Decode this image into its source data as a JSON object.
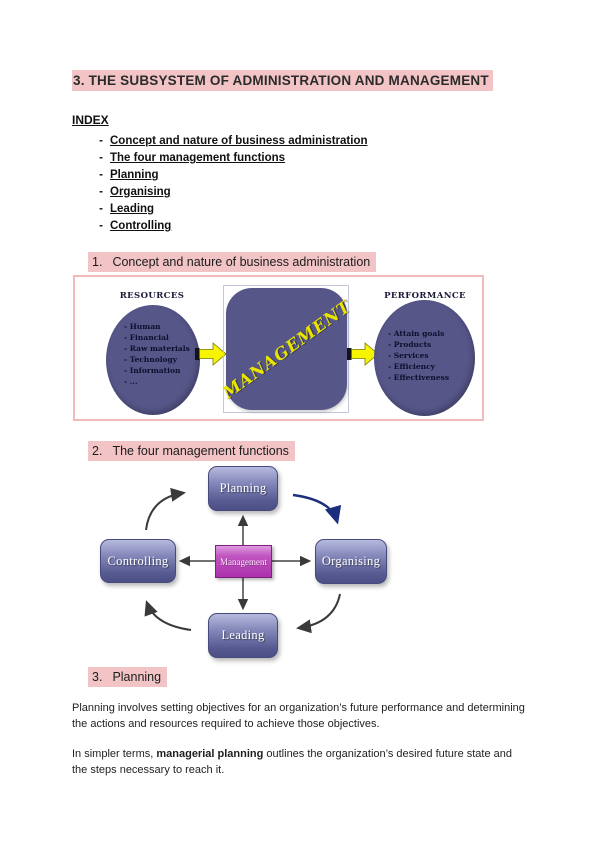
{
  "page": {
    "title": "3. THE SUBSYSTEM OF ADMINISTRATION AND MANAGEMENT"
  },
  "index": {
    "heading": "INDEX",
    "items": [
      "Concept and nature of business administration",
      "The four management functions",
      "Planning",
      "Organising",
      "Leading",
      "Controlling"
    ]
  },
  "sections": {
    "s1": {
      "number": "1.",
      "title": "Concept and nature of business administration"
    },
    "s2": {
      "number": "2.",
      "title": "The four management functions"
    },
    "s3": {
      "number": "3.",
      "title": "Planning"
    }
  },
  "diagram1": {
    "resources": {
      "heading": "RESOURCES",
      "items": [
        "- Human",
        "- Financial",
        "- Raw materials",
        "- Technology",
        "- Information",
        "- ..."
      ]
    },
    "management_label": "MANAGEMENT",
    "performance": {
      "heading": "PERFORMANCE",
      "items": [
        "- Attain goals",
        "- Products",
        "- Services",
        "- Efficiency",
        "- Effectiveness"
      ]
    }
  },
  "diagram2": {
    "top": "Planning",
    "right": "Organising",
    "bottom": "Leading",
    "left": "Controlling",
    "center": "Management"
  },
  "paragraphs": {
    "p1": "Planning involves setting objectives for an organization’s future performance and determining the actions and resources required to achieve those objectives.",
    "p2_prefix": "In simpler terms, ",
    "p2_bold": "managerial planning",
    "p2_suffix": " outlines the organization’s desired future state and the steps necessary to reach it."
  },
  "colors": {
    "highlight_pink": "#f2c4c6",
    "diagram_border_pink": "#f3babc",
    "shape_purple": "#565689",
    "management_text_yellow": "#e9e400",
    "block_arrow_yellow": "#f7f400",
    "cycle_navy_arrow": "#1b2f7e",
    "cycle_black_arrow": "#3a3a3a",
    "center_box_magenta": "#b53cb5"
  }
}
